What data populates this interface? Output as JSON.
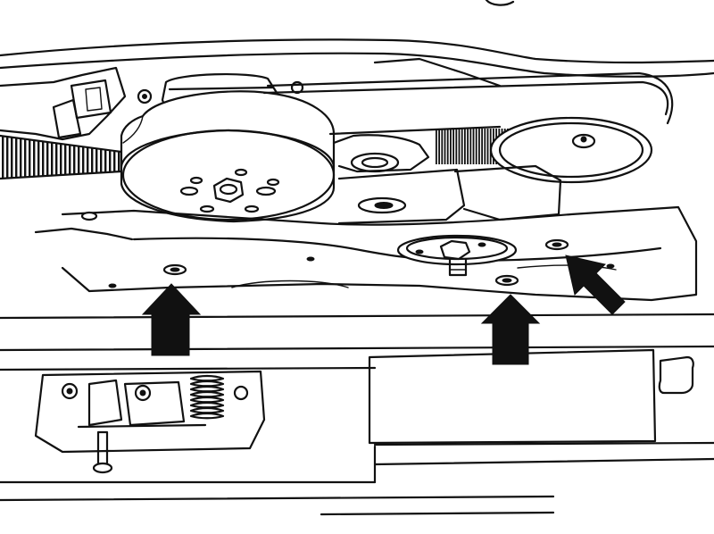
{
  "figure": {
    "callout_arrows": [
      {
        "id": "arrow-left-bolt",
        "direction": "up"
      },
      {
        "id": "arrow-center-bolt",
        "direction": "up"
      },
      {
        "id": "arrow-right-bolt",
        "direction": "up-left"
      }
    ],
    "ink_color": "#111111",
    "paper_color": "#ffffff"
  }
}
